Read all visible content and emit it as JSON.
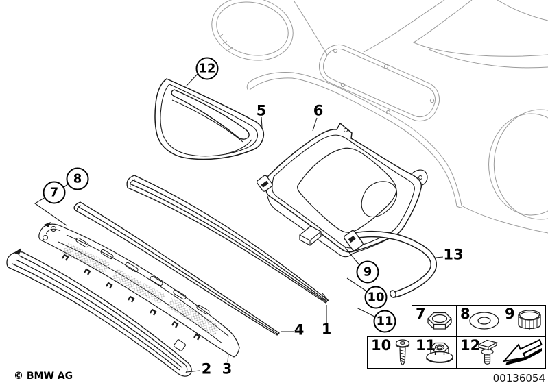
{
  "drawing": {
    "callouts": {
      "c1": {
        "label": "1"
      },
      "c2": {
        "label": "2"
      },
      "c3": {
        "label": "3"
      },
      "c4": {
        "label": "4"
      },
      "c5": {
        "label": "5"
      },
      "c6": {
        "label": "6"
      },
      "c7": {
        "label": "7"
      },
      "c8": {
        "label": "8"
      },
      "c9": {
        "label": "9"
      },
      "c10": {
        "label": "10"
      },
      "c11": {
        "label": "11"
      },
      "c12": {
        "label": "12"
      },
      "c13": {
        "label": "13"
      }
    },
    "legend": {
      "rows": [
        {
          "cells": [
            {
              "number": "7",
              "icon": "hex-nut"
            },
            {
              "number": "8",
              "icon": "washer"
            },
            {
              "number": "9",
              "icon": "grommet"
            }
          ]
        },
        {
          "cells": [
            {
              "number": "10",
              "icon": "screw"
            },
            {
              "number": "11",
              "icon": "flange-nut"
            },
            {
              "number": "12",
              "icon": "expanding-rivet"
            },
            {
              "number": "",
              "icon": "direction-arrow"
            }
          ]
        }
      ]
    },
    "footer": {
      "copyright": "© BMW AG",
      "document_number": "00136054"
    }
  }
}
